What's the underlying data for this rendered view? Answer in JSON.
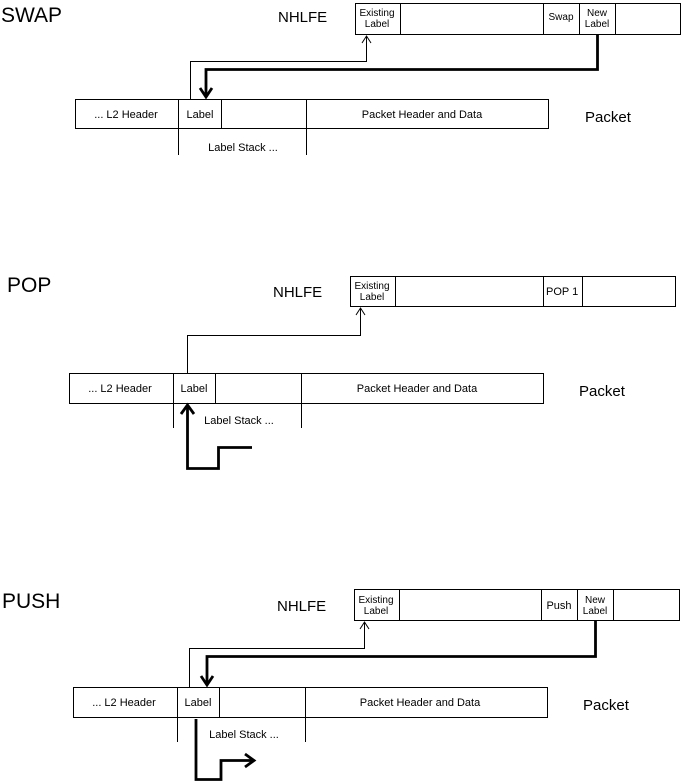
{
  "swap": {
    "title": "SWAP",
    "nhlfe_label": "NHLFE",
    "nhlfe_existing_1": "Existing",
    "nhlfe_existing_2": "Label",
    "nhlfe_op": "Swap",
    "nhlfe_new_1": "New",
    "nhlfe_new_2": "Label",
    "l2_header": "... L2 Header",
    "label": "Label",
    "label_stack": "Label Stack ...",
    "packet_header": "Packet Header and Data",
    "packet_label": "Packet"
  },
  "pop": {
    "title": "POP",
    "nhlfe_label": "NHLFE",
    "nhlfe_existing_1": "Existing",
    "nhlfe_existing_2": "Label",
    "nhlfe_op": "POP 1",
    "l2_header": "... L2 Header",
    "label": "Label",
    "label_stack": "Label Stack ...",
    "packet_header": "Packet Header and Data",
    "packet_label": "Packet"
  },
  "push": {
    "title": "PUSH",
    "nhlfe_label": "NHLFE",
    "nhlfe_existing_1": "Existing",
    "nhlfe_existing_2": "Label",
    "nhlfe_op": "Push",
    "nhlfe_new_1": "New",
    "nhlfe_new_2": "Label",
    "l2_header": "... L2 Header",
    "label": "Label",
    "label_stack": "Label Stack ...",
    "packet_header": "Packet Header and Data",
    "packet_label": "Packet"
  }
}
